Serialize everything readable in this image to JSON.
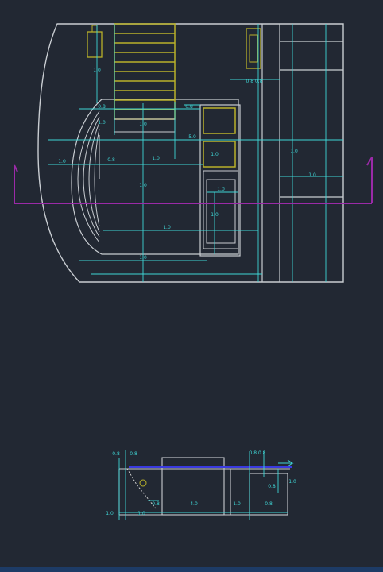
{
  "colors": {
    "background": "#222833",
    "outline": "#c9cdd2",
    "dimension": "#3fd6d6",
    "section_line": "#9b2aa8",
    "fitting": "#b9b12a",
    "elevation_line": "#3a3ae0"
  },
  "plan_view": {
    "dims": {
      "top_left_fitting": "1.0",
      "upper_left_a": "0.8",
      "upper_left_b": "1.0",
      "upper_center": "1.0",
      "upper_right": "0.8",
      "mid_left": "1.0",
      "mid_a": "0.8",
      "mid_b": "1.0",
      "center": "1.0",
      "overall_width": "5.0",
      "box_a": "1.0",
      "box_b": "1.0",
      "lower": "1.0",
      "lower_b": "1.0",
      "bottom": "1.0",
      "right_fitting": "0.8 0.8",
      "right_a": "1.0",
      "right_b": "1.0"
    }
  },
  "elevation_view": {
    "dims": {
      "top_left": "0.8",
      "top_b": "0.8",
      "top_right": "0.8 0.8",
      "right_a": "0.8",
      "right_b": "1.0",
      "bottom_a": "1.0",
      "bottom_b": "0.8",
      "bottom_c": "4.0",
      "bottom_d": "1.0",
      "bottom_e": "0.8",
      "bottom_f": "1.0"
    }
  }
}
